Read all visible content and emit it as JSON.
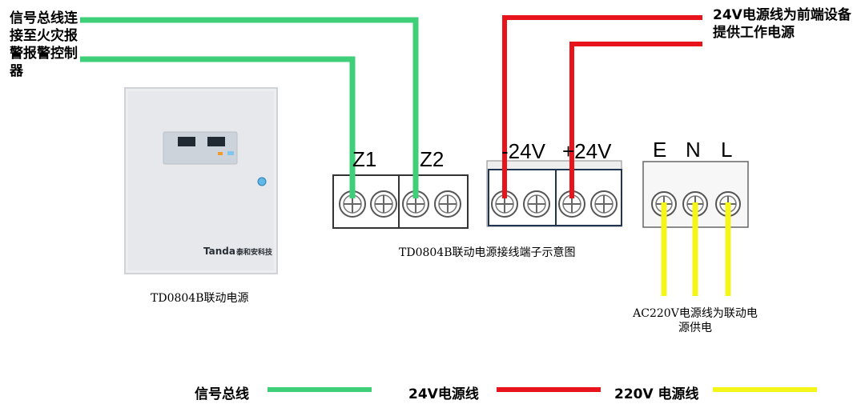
{
  "annotations": {
    "signal_note": "信号总线连接至火灾报警报警控制器",
    "power24_note": "24V电源线为前端设备提供工作电源",
    "ac220_note": "AC220V电源线为联动电源供电"
  },
  "device": {
    "brand": "Tanda",
    "brand_cn": "泰和安科技",
    "caption": "TD0804B联动电源"
  },
  "terminal_diagram": {
    "caption": "TD0804B联动电源接线端子示意图",
    "labels": {
      "z1": "Z1",
      "z2": "Z2",
      "neg24": "-24V",
      "pos24": "+24V",
      "e": "E",
      "n": "N",
      "l": "L"
    }
  },
  "legend": [
    {
      "label": "信号总线",
      "color": "#3ecf78"
    },
    {
      "label": "24V电源线",
      "color": "#e8141b"
    },
    {
      "label": "220V 电源线",
      "color": "#f5f51a"
    }
  ],
  "colors": {
    "signal": "#3ecf78",
    "power24": "#e8141b",
    "ac220": "#f5f51a"
  }
}
